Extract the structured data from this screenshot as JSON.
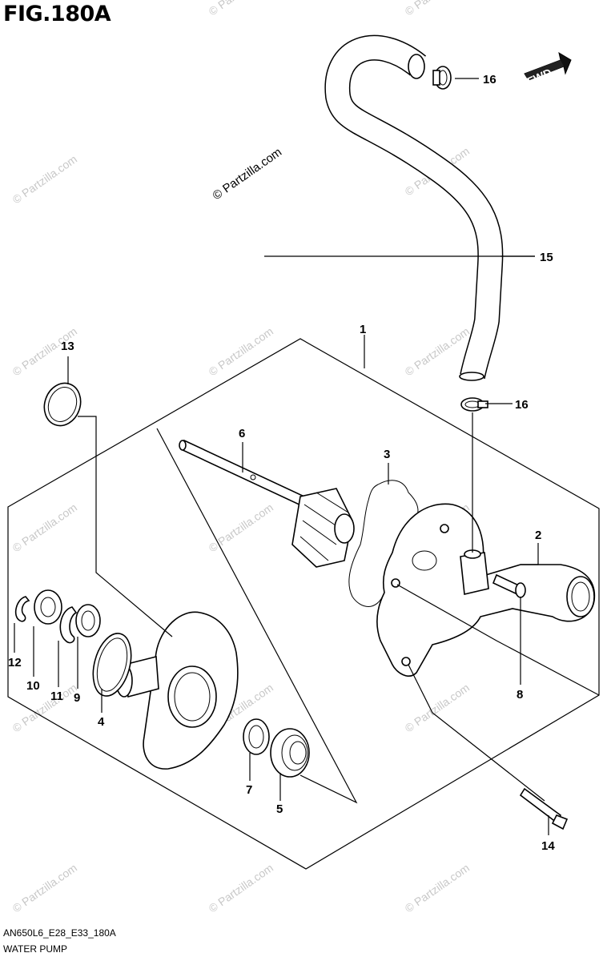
{
  "header": {
    "figure_title": "FIG.180A"
  },
  "footer": {
    "diagram_code": "AN650L6_E28_E33_180A",
    "diagram_name": "WATER PUMP"
  },
  "fwd_badge": {
    "label": "FWD"
  },
  "watermark": {
    "main": "© Partzilla.com",
    "repeat": "© Partzilla.com"
  },
  "callouts": {
    "c1": "1",
    "c2": "2",
    "c3": "3",
    "c4": "4",
    "c5": "5",
    "c6": "6",
    "c7": "7",
    "c8": "8",
    "c9": "9",
    "c10": "10",
    "c11": "11",
    "c12": "12",
    "c13": "13",
    "c14": "14",
    "c15": "15",
    "c16a": "16",
    "c16b": "16"
  }
}
